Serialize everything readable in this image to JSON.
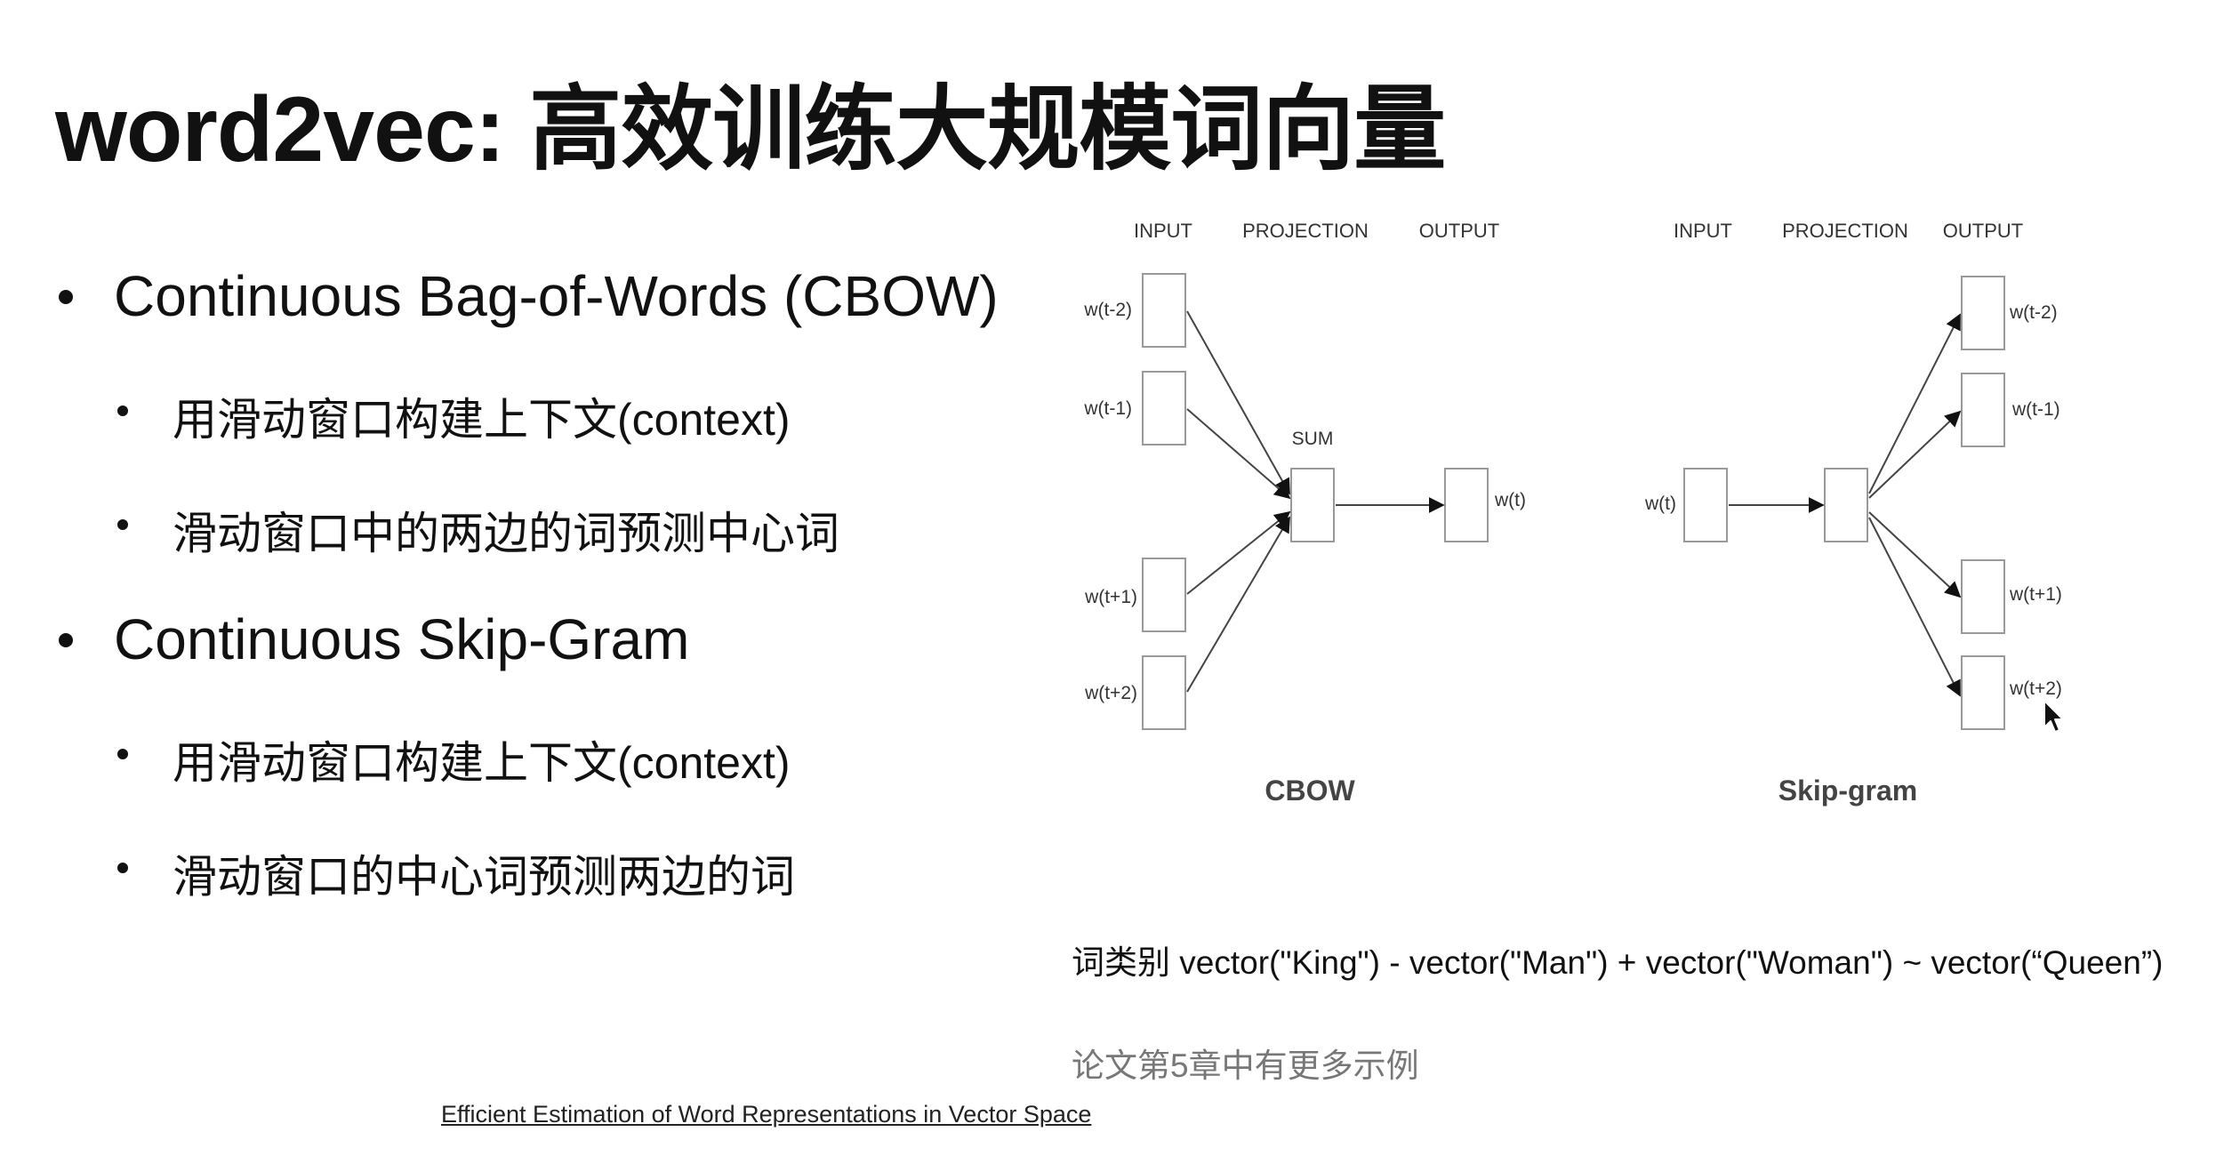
{
  "title": "word2vec: 高效训练大规模词向量",
  "bullets": [
    {
      "level": 1,
      "text": "Continuous Bag-of-Words (CBOW)"
    },
    {
      "level": 2,
      "text": "用滑动窗口构建上下文(context)"
    },
    {
      "level": 2,
      "text": "滑动窗口中的两边的词预测中心词"
    },
    {
      "level": 1,
      "text": "Continuous Skip-Gram"
    },
    {
      "level": 2,
      "text": "用滑动窗口构建上下文(context)"
    },
    {
      "level": 2,
      "text": "滑动窗口的中心词预测两边的词"
    }
  ],
  "diagram": {
    "cbow": {
      "headers": {
        "input": "INPUT",
        "projection": "PROJECTION",
        "output": "OUTPUT"
      },
      "inputs": [
        "w(t-2)",
        "w(t-1)",
        "w(t+1)",
        "w(t+2)"
      ],
      "sum_label": "SUM",
      "output": "w(t)",
      "caption": "CBOW"
    },
    "skipgram": {
      "headers": {
        "input": "INPUT",
        "projection": "PROJECTION",
        "output": "OUTPUT"
      },
      "input": "w(t)",
      "outputs": [
        "w(t-2)",
        "w(t-1)",
        "w(t+1)",
        "w(t+2)"
      ],
      "caption": "Skip-gram"
    }
  },
  "analogy": "词类别 vector(\"King\") - vector(\"Man\") + vector(\"Woman\") ~ vector(“Queen”)",
  "more_examples": "论文第5章中有更多示例",
  "paper_link": "Efficient Estimation of Word Representations in Vector Space",
  "colors": {
    "text": "#111111",
    "muted": "#777777",
    "diagram_line": "#444444",
    "box_border": "#999999"
  }
}
